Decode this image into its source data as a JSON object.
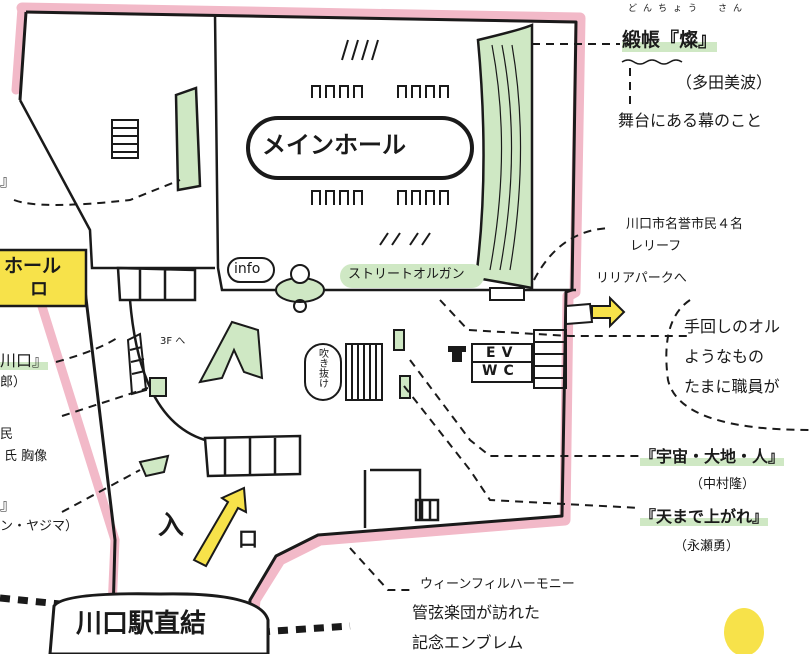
{
  "colors": {
    "outline": "#1a1a1a",
    "wall_pink": "#f2b9c8",
    "highlight_green": "#cfe8c4",
    "accent_yellow": "#f7e24a",
    "paper": "#ffffff"
  },
  "rooms": {
    "main_hall": "メインホール",
    "small_hall": "ホール",
    "small_hall_sub": "ロ",
    "info": "info",
    "street_organ": "ストリートオルガン",
    "ev": "EV",
    "wc": "WC",
    "atrium": "吹き抜け",
    "stair_label": "3F へ"
  },
  "entrance": {
    "label_in": "入",
    "label_out": "口",
    "station": "川口駅直結"
  },
  "callouts": {
    "curtain_ruby": "どんちょう　さん",
    "curtain_title": "緞帳『燦』",
    "curtain_author": "（多田美波）",
    "curtain_note": "舞台にある幕のこと",
    "relief_title": "川口市名誉市民４名",
    "relief_sub": "レリーフ",
    "lilia_park": "リリアパークへ",
    "organ_note_1": "手回しのオル",
    "organ_note_2": "ようなもの",
    "organ_note_3": "たまに職員が",
    "sculpture1_title": "『宇宙・大地・人』",
    "sculpture1_author": "（中村隆）",
    "sculpture2_title": "『天まで上がれ』",
    "sculpture2_author": "（永瀬勇）",
    "vienna_1": "ウィーンフィルハーモニー",
    "vienna_2": "管弦楽団が訪れた",
    "vienna_3": "記念エンブレム"
  },
  "left_edge": {
    "label_1": "』",
    "label_2": "川口』",
    "label_3": "郎）",
    "label_4": "民",
    "label_5": "氏 胸像",
    "label_6": "』",
    "label_7": "ン・ヤジマ）"
  },
  "icons": [
    "arrow-right-icon",
    "arrow-up-icon",
    "phone-icon",
    "organ-icon",
    "stair-icon"
  ]
}
